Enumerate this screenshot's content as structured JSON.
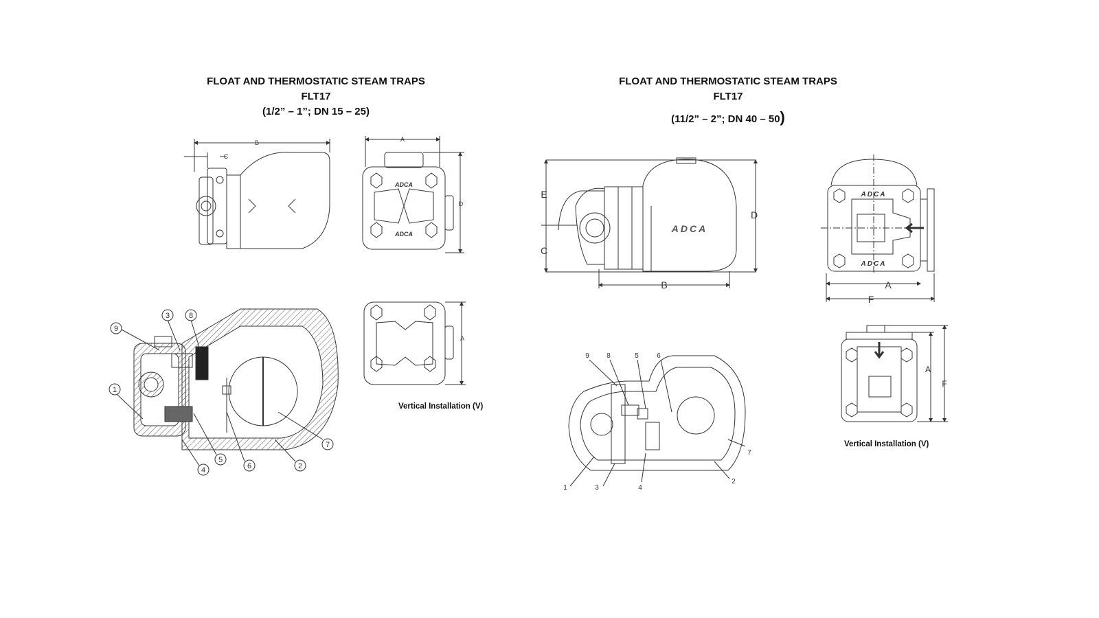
{
  "left_panel": {
    "title": "FLOAT AND THERMOSTATIC STEAM TRAPS",
    "model": "FLT17",
    "size_range": "(1/2” – 1”; DN 15 – 25)",
    "caption": "Vertical Installation (V)",
    "dimension_labels": [
      "B",
      "C",
      "A",
      "D",
      "A"
    ],
    "part_numbers": [
      "9",
      "3",
      "8",
      "1",
      "4",
      "5",
      "6",
      "2",
      "7"
    ],
    "body_marking": "ADCA"
  },
  "right_panel": {
    "title": "FLOAT AND THERMOSTATIC STEAM TRAPS",
    "model": "FLT17",
    "size_range": "(11/2” – 2”; DN 40 – 50",
    "size_range_close": ")",
    "caption": "Vertical Installation (V)",
    "dimension_labels": [
      "E",
      "C",
      "D",
      "B",
      "A",
      "F",
      "A",
      "F"
    ],
    "part_numbers": [
      "9",
      "8",
      "5",
      "6",
      "7",
      "1",
      "3",
      "4",
      "2"
    ],
    "body_marking": "ADCA"
  },
  "colors": {
    "line": "#333333",
    "hatch": "#555555",
    "background": "#ffffff"
  }
}
